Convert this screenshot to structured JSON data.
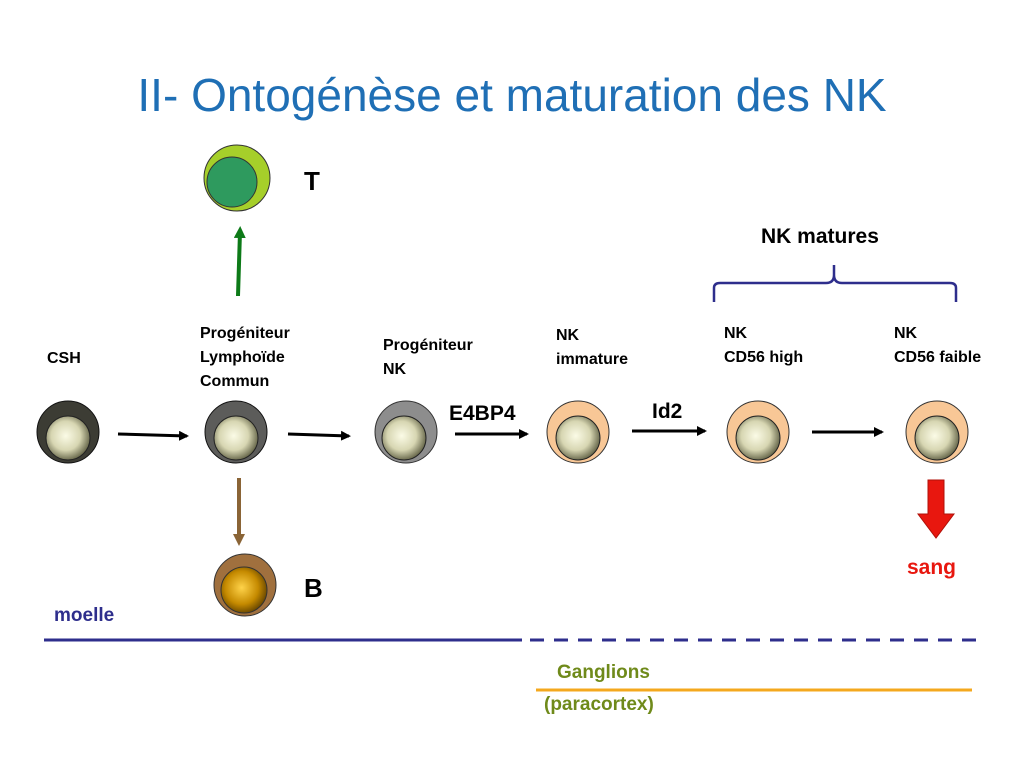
{
  "title": "II- Ontogénèse et maturation des NK",
  "lineage": {
    "t_label": "T",
    "b_label": "B"
  },
  "stages": [
    {
      "id": "csh",
      "lines": [
        "CSH"
      ]
    },
    {
      "id": "plc",
      "lines": [
        "Progéniteur",
        "Lymphoïde",
        "Commun"
      ]
    },
    {
      "id": "pnk",
      "lines": [
        "Progéniteur",
        "NK"
      ]
    },
    {
      "id": "nki",
      "lines": [
        "NK",
        "immature"
      ]
    },
    {
      "id": "nkh",
      "lines": [
        "NK",
        "CD56 high"
      ]
    },
    {
      "id": "nkf",
      "lines": [
        "NK",
        "CD56 faible"
      ]
    }
  ],
  "factors": {
    "e4bp4": "E4BP4",
    "id2": "Id2"
  },
  "mature_label": "NK matures",
  "blood_label": "sang",
  "location": {
    "marrow": "moelle",
    "lymph_nodes_line1": "Ganglions",
    "lymph_nodes_line2": "(paracortex)"
  },
  "colors": {
    "title": "#1f6fb5",
    "t_arrow": "#0d7a18",
    "b_arrow": "#8a6436",
    "blood_arrow": "#e8170f",
    "marrow_line": "#2e2e8c",
    "node_line": "#f4a81e",
    "node_text": "#6f8a1a",
    "brace": "#2e2e8c"
  },
  "icons": [
    "cell-icon",
    "arrow-icon",
    "brace-icon"
  ]
}
